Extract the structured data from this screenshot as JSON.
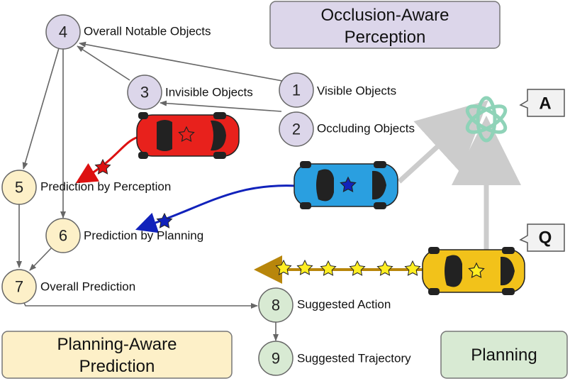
{
  "section_boxes": {
    "perception": {
      "line1": "Occlusion-Aware",
      "line2": "Perception",
      "fill": "#dcd6ea"
    },
    "prediction": {
      "line1": "Planning-Aware",
      "line2": "Prediction",
      "fill": "#fdf0c8"
    },
    "planning": {
      "line1": "Planning",
      "fill": "#d8ead3"
    }
  },
  "nodes": [
    {
      "id": "1",
      "num": "1",
      "label": "Visible Objects",
      "group": "perception"
    },
    {
      "id": "2",
      "num": "2",
      "label": "Occluding Objects",
      "group": "perception"
    },
    {
      "id": "3",
      "num": "3",
      "label": "Invisible Objects",
      "group": "perception"
    },
    {
      "id": "4",
      "num": "4",
      "label": "Overall Notable Objects",
      "group": "perception"
    },
    {
      "id": "5",
      "num": "5",
      "label": "Prediction by Perception",
      "group": "prediction"
    },
    {
      "id": "6",
      "num": "6",
      "label": "Prediction by Planning",
      "group": "prediction"
    },
    {
      "id": "7",
      "num": "7",
      "label": "Overall Prediction",
      "group": "prediction"
    },
    {
      "id": "8",
      "num": "8",
      "label": "Suggested Action",
      "group": "planning"
    },
    {
      "id": "9",
      "num": "9",
      "label": "Suggested Trajectory",
      "group": "planning"
    }
  ],
  "edges": [
    {
      "from": "1",
      "to": "4"
    },
    {
      "from": "3",
      "to": "4"
    },
    {
      "from": "2",
      "to": "3"
    },
    {
      "from": "4",
      "to": "5"
    },
    {
      "from": "4",
      "to": "6"
    },
    {
      "from": "5",
      "to": "7"
    },
    {
      "from": "6",
      "to": "7"
    },
    {
      "from": "7",
      "to": "8"
    },
    {
      "from": "8",
      "to": "9"
    }
  ],
  "group_colors": {
    "perception": "#dcd6ea",
    "prediction": "#fdf0c8",
    "planning": "#d8ead3"
  },
  "callouts": {
    "answer": "A",
    "question": "Q"
  },
  "cars": {
    "red": {
      "color": "#e8211c"
    },
    "blue": {
      "color": "#2a9fe0"
    },
    "yellow": {
      "color": "#f2c21a"
    }
  },
  "icons": {
    "assistant": "openai-logo-icon",
    "star": "star-icon"
  },
  "colors": {
    "gray_arrow": "#cccccc",
    "red_path": "#dd1111",
    "blue_path": "#1122bb",
    "gold_path": "#b8860b"
  }
}
